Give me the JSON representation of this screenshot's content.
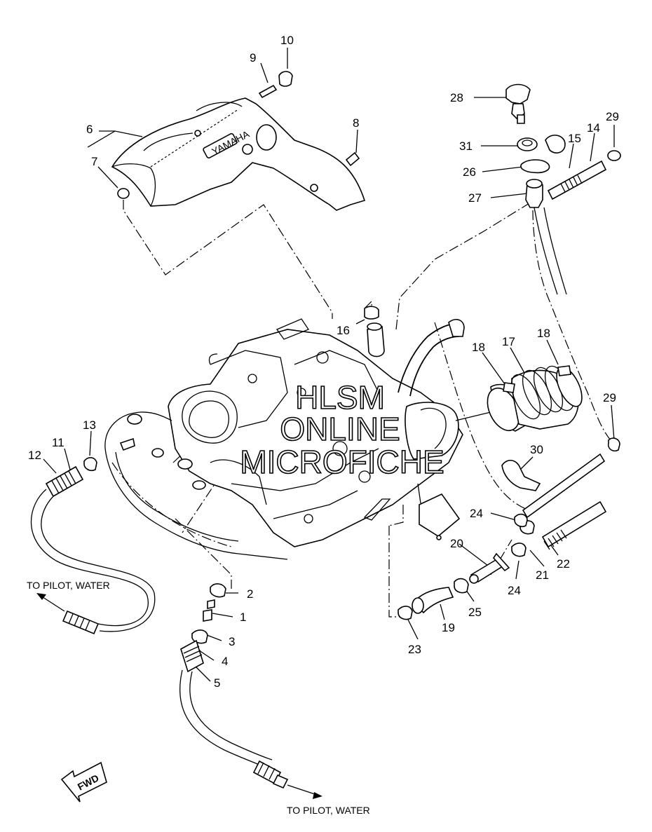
{
  "callouts": [
    "1",
    "2",
    "3",
    "4",
    "5",
    "6",
    "7",
    "8",
    "9",
    "10",
    "11",
    "12",
    "13",
    "14",
    "15",
    "16",
    "17",
    "18",
    "18",
    "19",
    "20",
    "21",
    "22",
    "23",
    "24",
    "24",
    "25",
    "26",
    "27",
    "28",
    "29",
    "29",
    "30",
    "31"
  ],
  "notes": {
    "to_pilot_left": "TO PILOT, WATER",
    "to_pilot_bottom": "TO PILOT, WATER",
    "fwd": "FWD",
    "cover_brand": "YAMAHA"
  },
  "watermark": {
    "line1": "HLSM",
    "line2": "ONLINE",
    "line3": "MICROFICHE"
  }
}
